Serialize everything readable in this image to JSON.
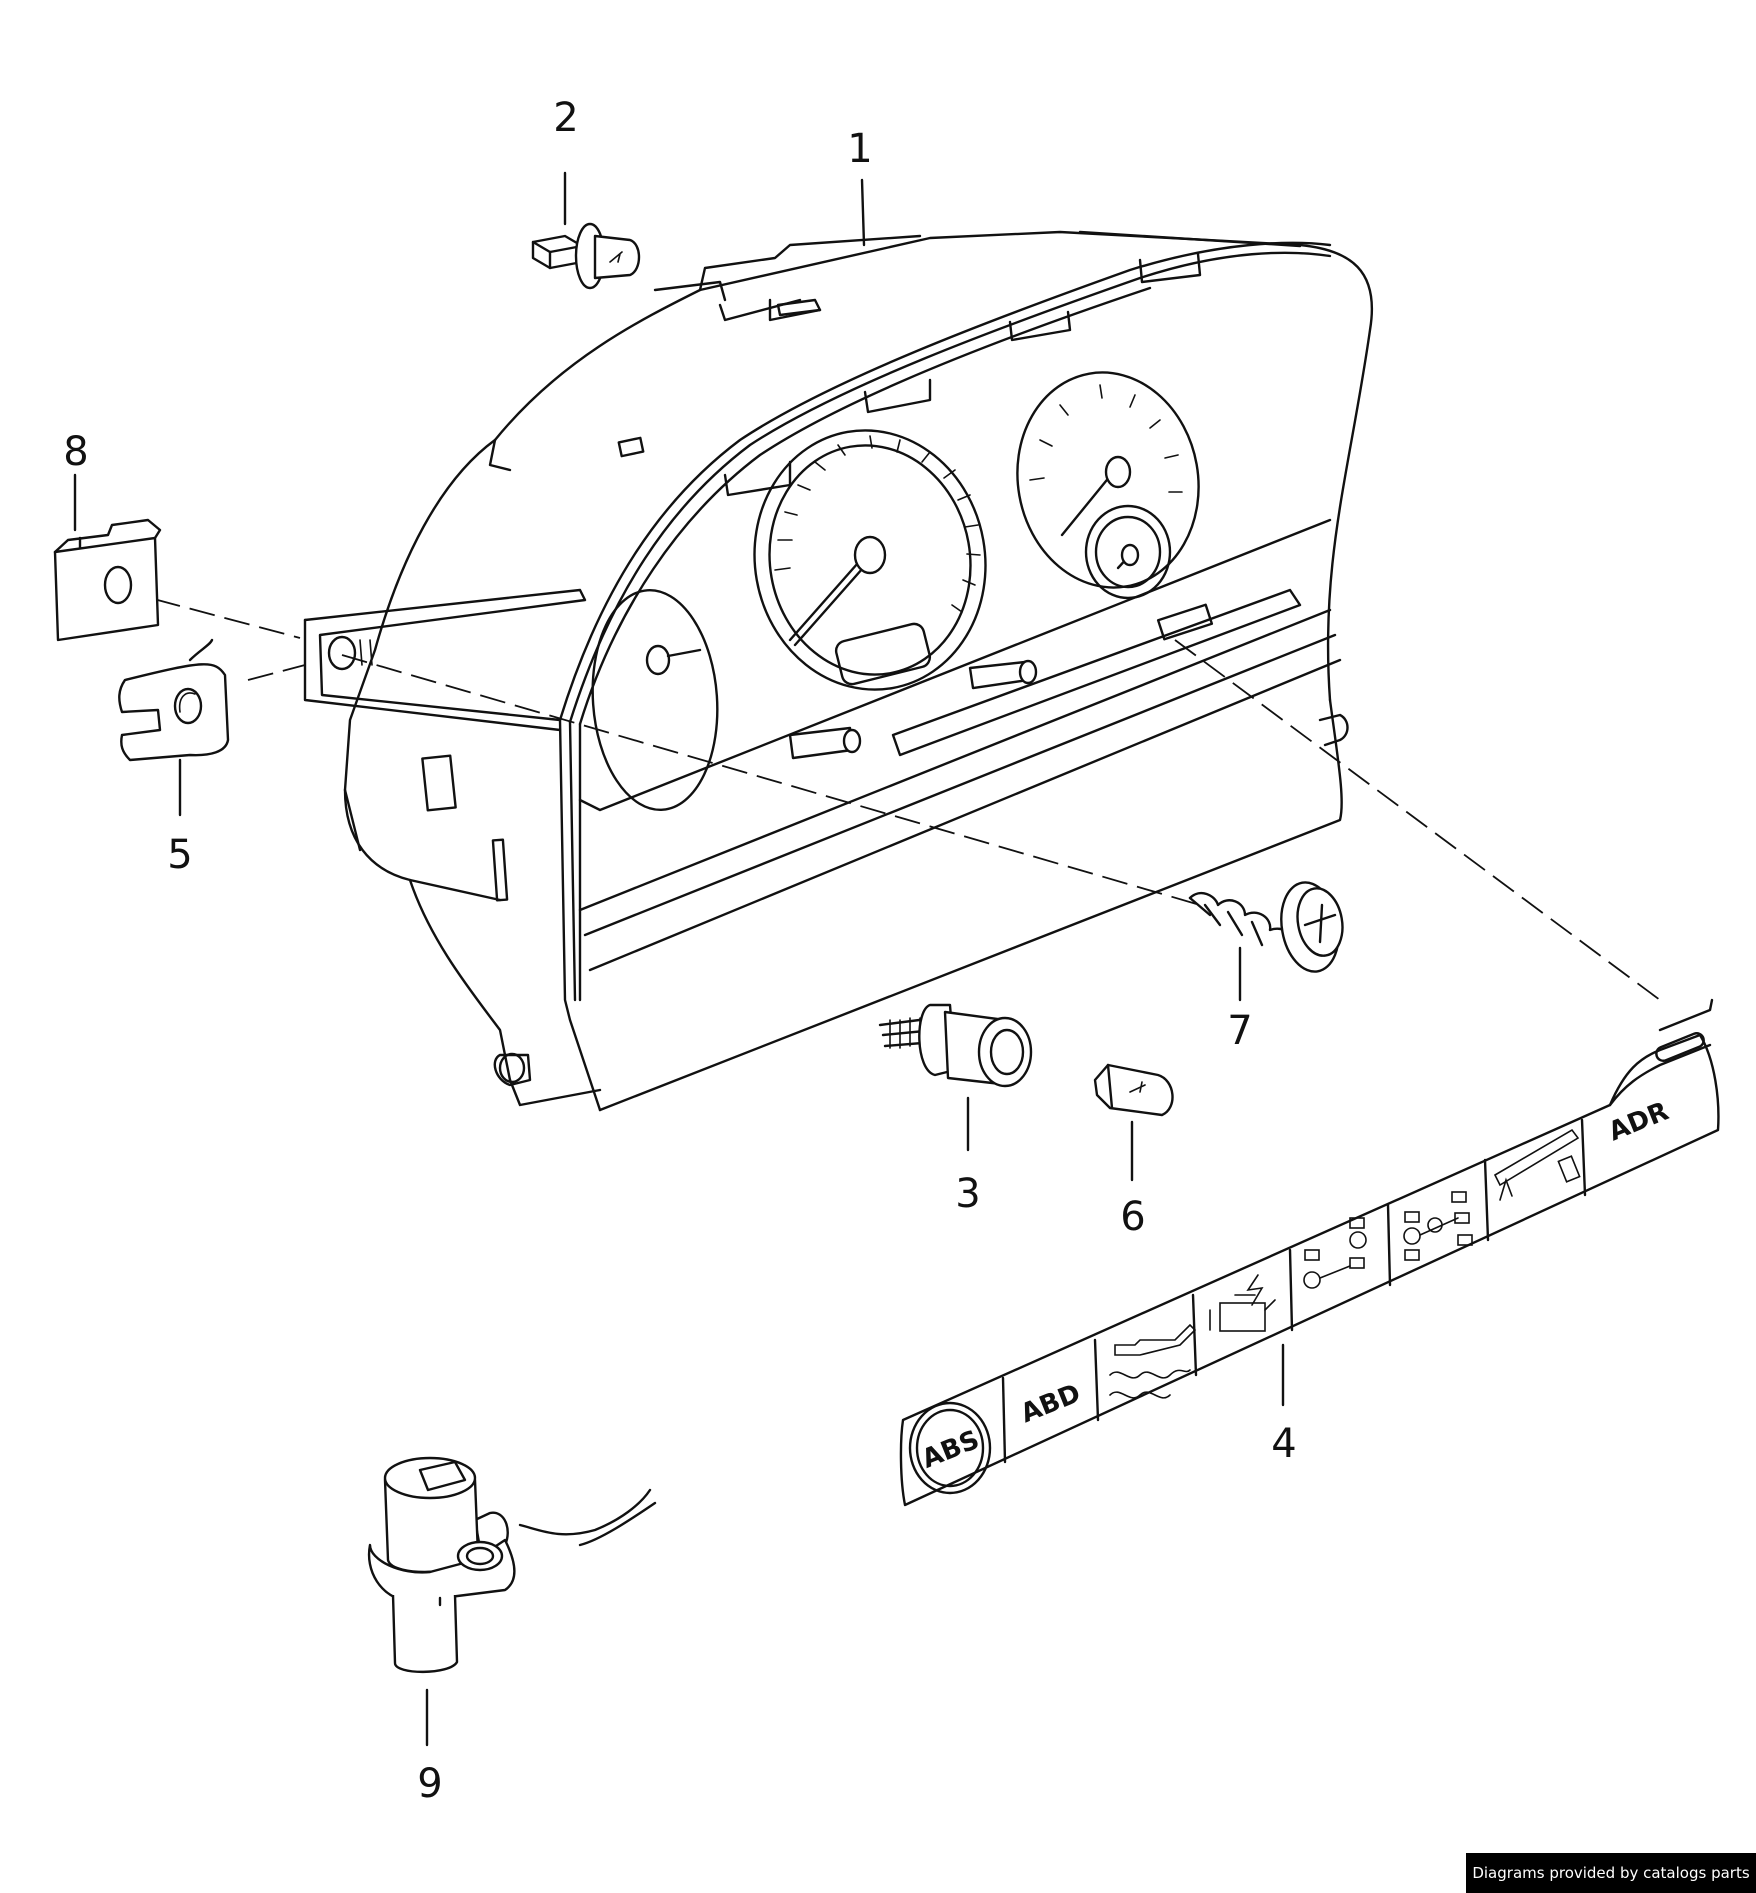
{
  "callouts": {
    "c1": "1",
    "c2": "2",
    "c3": "3",
    "c4": "4",
    "c5": "5",
    "c6": "6",
    "c7": "7",
    "c8": "8",
    "c9": "9"
  },
  "warning_strip": {
    "abs": "ABS",
    "abd": "ABD",
    "adr": "ADR",
    "icons": [
      "oil-pressure-icon",
      "engine-fault-icon",
      "differential-lock-icon",
      "all-wheel-lock-icon",
      "tipper-icon"
    ]
  },
  "credit": "Diagrams provided by catalogs parts"
}
